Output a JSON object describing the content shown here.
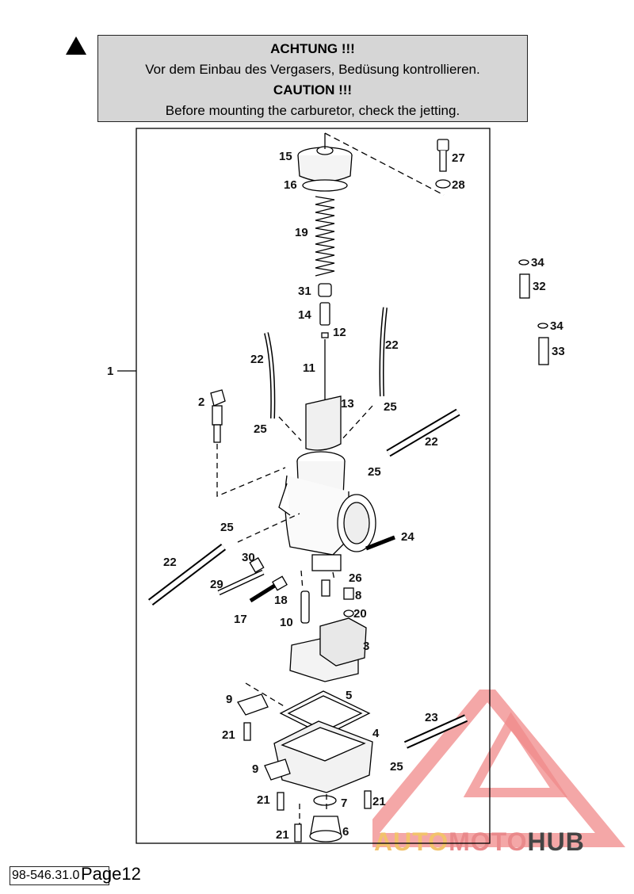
{
  "caution": {
    "line1": "ACHTUNG !!!",
    "line2": "Vor dem Einbau des Vergasers, Bedüsung kontrollieren.",
    "line3": "CAUTION !!!",
    "line4": "Before mounting the carburetor, check the jetting."
  },
  "icons": {
    "warning": "warning-triangle-icon"
  },
  "diagram": {
    "labels": {
      "n1": "1",
      "n2": "2",
      "n3": "3",
      "n4": "4",
      "n5": "5",
      "n6": "6",
      "n7": "7",
      "n8": "8",
      "n9a": "9",
      "n9b": "9",
      "n10": "10",
      "n11": "11",
      "n12": "12",
      "n13": "13",
      "n14": "14",
      "n15": "15",
      "n16": "16",
      "n17": "17",
      "n18": "18",
      "n19": "19",
      "n20": "20",
      "n21a": "21",
      "n21b": "21",
      "n21c": "21",
      "n21d": "21",
      "n22a": "22",
      "n22b": "22",
      "n22c": "22",
      "n22d": "22",
      "n23": "23",
      "n24": "24",
      "n25a": "25",
      "n25b": "25",
      "n25c": "25",
      "n25d": "25",
      "n25e": "25",
      "n26": "26",
      "n27": "27",
      "n28": "28",
      "n29": "29",
      "n30": "30",
      "n31": "31",
      "n32": "32",
      "n33": "33",
      "n34a": "34",
      "n34b": "34"
    }
  },
  "footer": {
    "code": "98-546.31.0",
    "page": "Page12"
  },
  "watermark": {
    "text_a": "AUTO",
    "text_b": "MOTO",
    "text_c": "HUB",
    "color_a": "#f2c26b",
    "color_b": "#e9898b",
    "color_c": "#444444"
  }
}
